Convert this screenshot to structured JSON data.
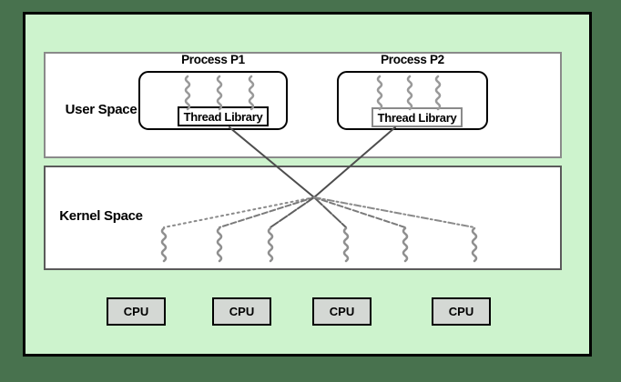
{
  "figure": {
    "user_space": {
      "label": "User Space"
    },
    "kernel_space": {
      "label": "Kernel Space"
    },
    "processes": [
      {
        "label": "Process P1",
        "thread_library_label": "Thread Library",
        "user_thread_count": 3
      },
      {
        "label": "Process P2",
        "thread_library_label": "Thread Library",
        "user_thread_count": 3
      }
    ],
    "kernel_thread_count": 6,
    "cpus": [
      {
        "label": "CPU"
      },
      {
        "label": "CPU"
      },
      {
        "label": "CPU"
      },
      {
        "label": "CPU"
      }
    ],
    "colors": {
      "outer_background": "#48724e",
      "panel_background": "#cdf3cd",
      "panel_border": "#000000",
      "space_box_background": "#ffffff",
      "user_thread": "#999999",
      "kernel_thread": "#8f8f8f",
      "connector_solid": "#4d4d4d",
      "connector_dashed": "#7a7a7a",
      "cpu_fill": "#d4d8d4"
    }
  }
}
